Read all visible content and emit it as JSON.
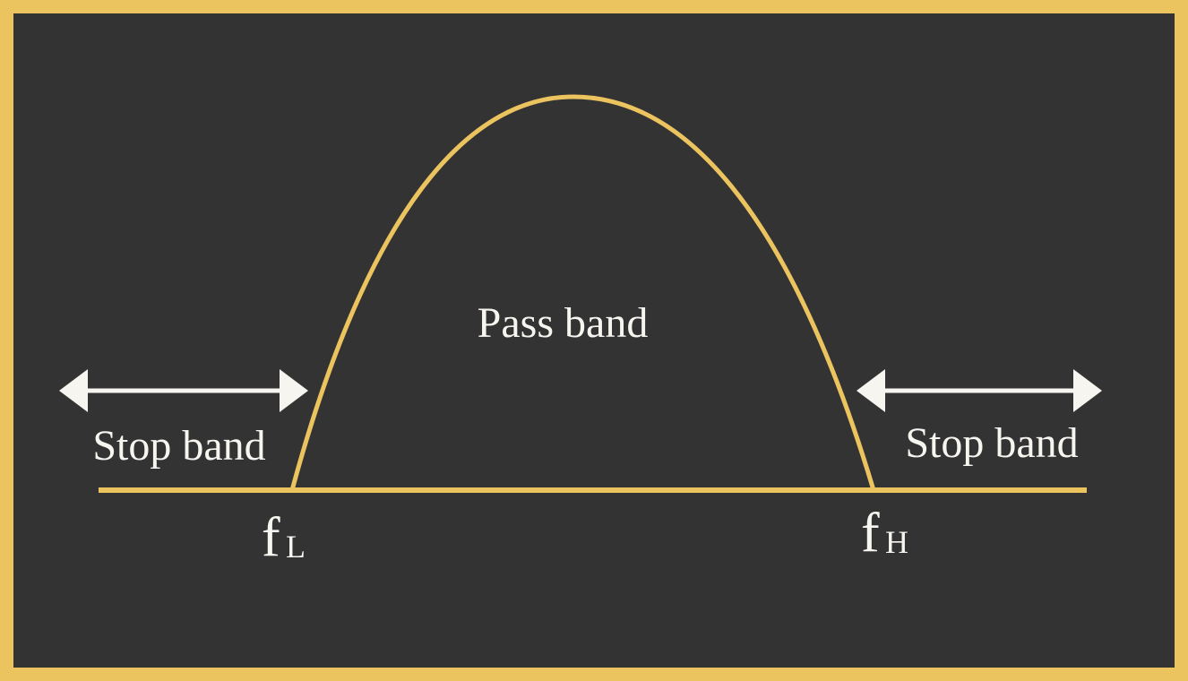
{
  "colors": {
    "background": "#333333",
    "border": "#ecc45f",
    "curve": "#ecc45f",
    "arrow": "#f7f5ef",
    "text": "#f7f5ef"
  },
  "labels": {
    "pass_band": "Pass band",
    "stop_band_left": "Stop band",
    "stop_band_right": "Stop band",
    "f_low_base": "f",
    "f_low_sub": "L",
    "f_high_base": "f",
    "f_high_sub": "H"
  },
  "icons": {
    "left_arrow": "double-arrow-icon",
    "right_arrow": "double-arrow-icon"
  }
}
